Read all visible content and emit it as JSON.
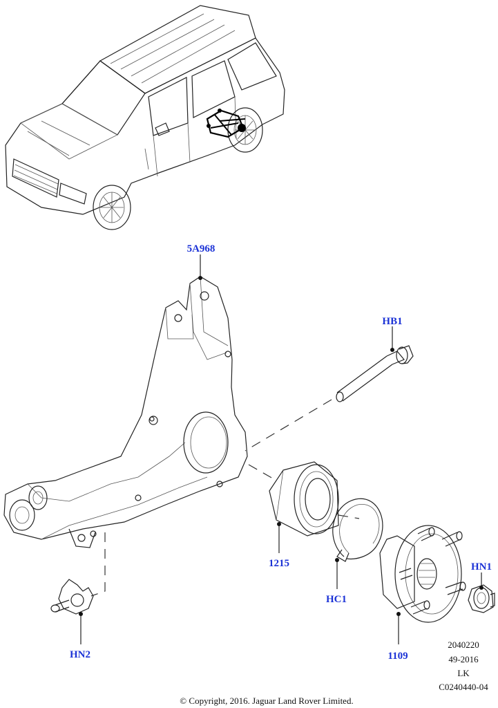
{
  "parts": {
    "knuckle": "5A968",
    "bolt": "HB1",
    "bearing": "1215",
    "circlip": "HC1",
    "hub": "1109",
    "hub_nut": "HN1",
    "nut": "HN2"
  },
  "reference": {
    "line1": "2040220",
    "line2": "49-2016",
    "line3": "LK",
    "line4": "C0240440-04"
  },
  "copyright": "© Copyright, 2016. Jaguar Land Rover Limited.",
  "colors": {
    "label": "#1b32d6",
    "line": "#222222"
  }
}
